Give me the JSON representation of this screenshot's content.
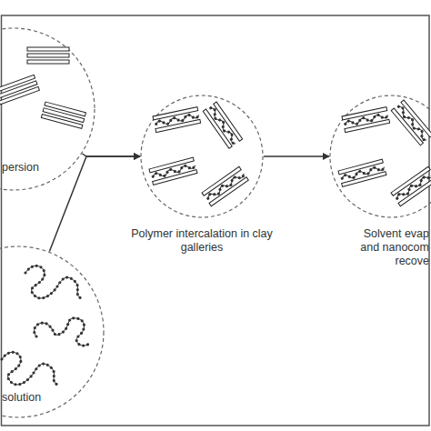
{
  "diagram": {
    "nodes": [
      {
        "text": [
          "persion"
        ]
      },
      {
        "text": [
          "solution"
        ]
      },
      {
        "text": [
          "Polymer intercalation in clay galleries"
        ]
      },
      {
        "text": [
          "Solvent evap and nanocom recove"
        ]
      }
    ],
    "edges": [
      {
        "from": 0,
        "to": 2,
        "arrow": "to"
      },
      {
        "from": 1,
        "to": 2,
        "arrow": "to"
      },
      {
        "from": 2,
        "to": 3,
        "arrow": "to"
      }
    ]
  }
}
